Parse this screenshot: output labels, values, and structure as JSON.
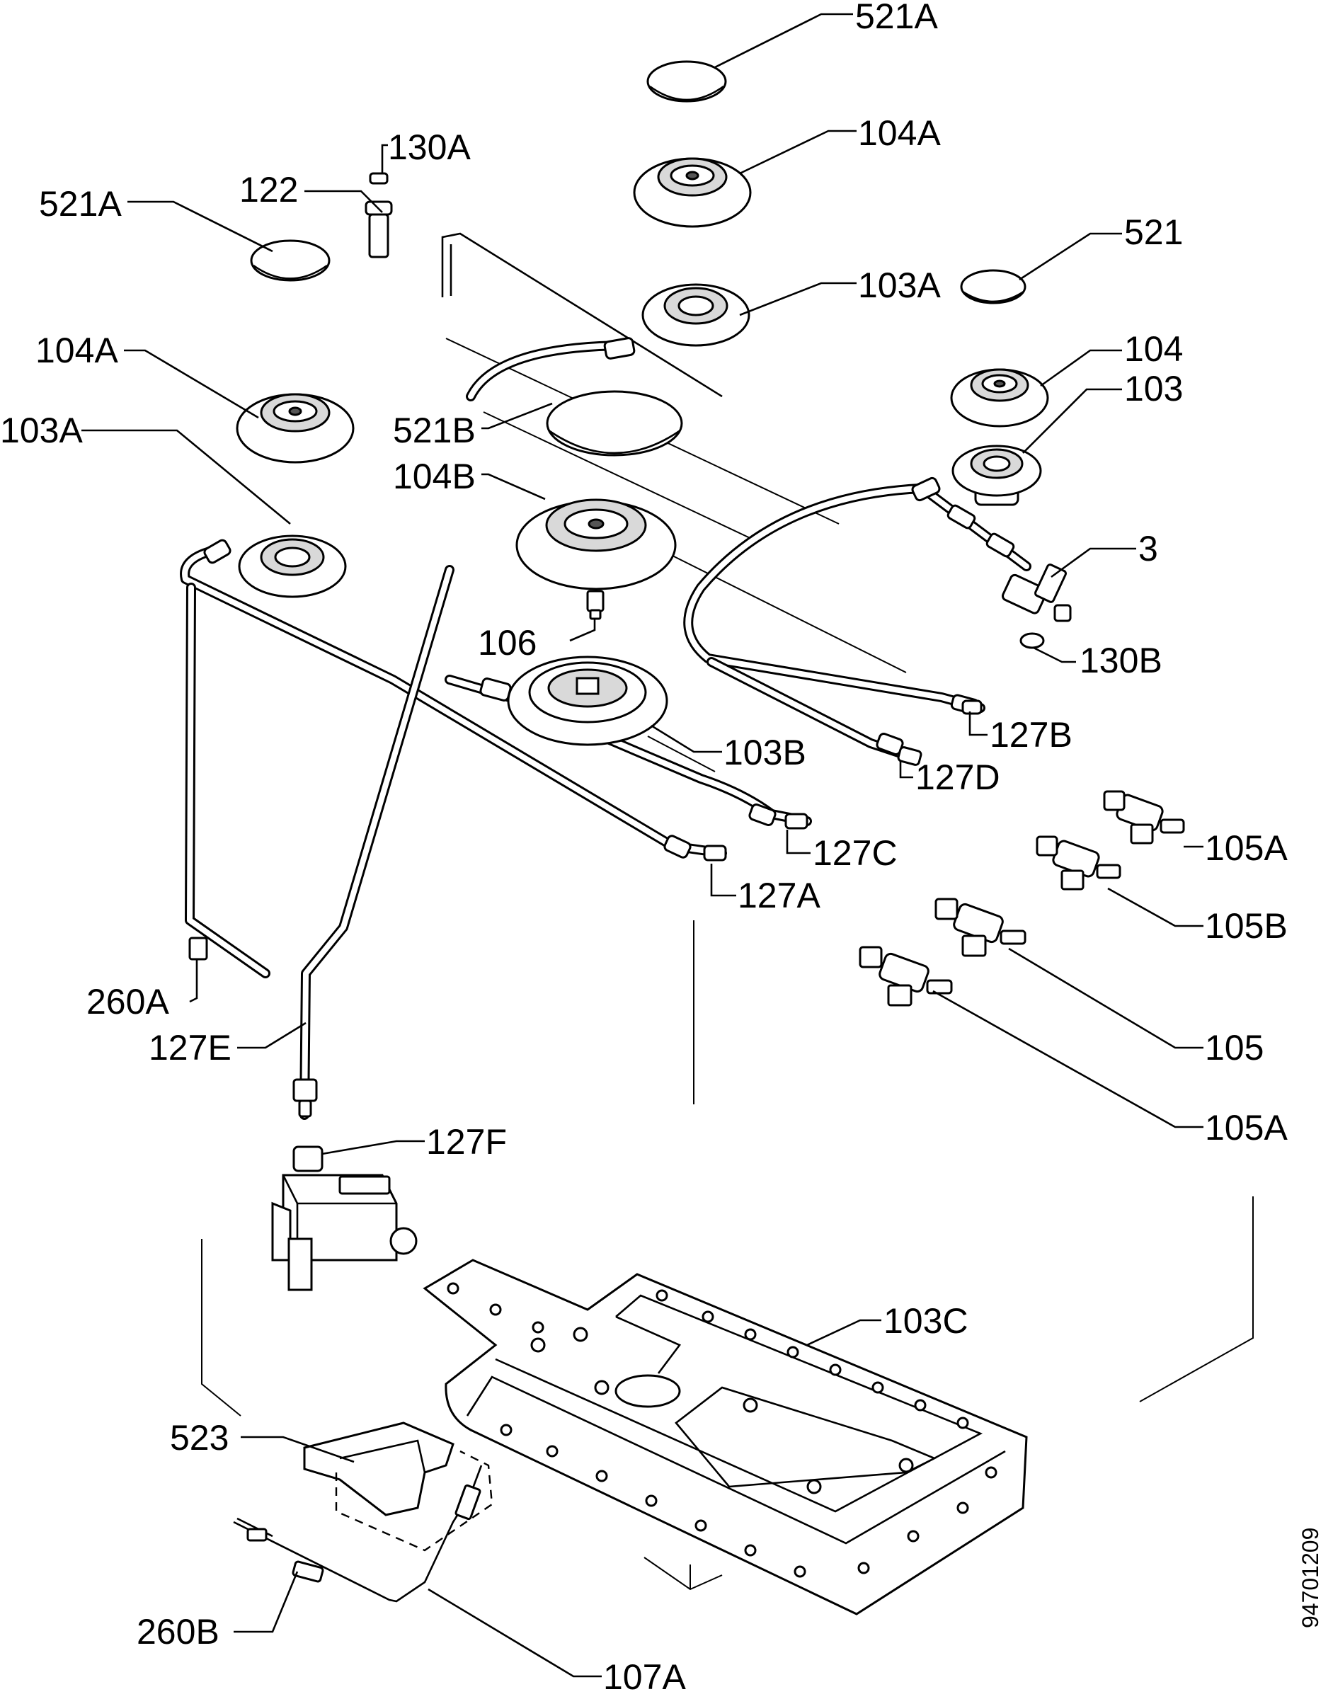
{
  "diagram_ref": "94701209",
  "callouts": {
    "c521a_top": {
      "num": "521",
      "suffix": "A"
    },
    "c104a_top": {
      "num": "104",
      "suffix": "A"
    },
    "c130a": {
      "num": "130",
      "suffix": "A"
    },
    "c122": {
      "num": "122",
      "suffix": ""
    },
    "c521a_left": {
      "num": "521",
      "suffix": "A"
    },
    "c521": {
      "num": "521",
      "suffix": ""
    },
    "c103a_mid": {
      "num": "103",
      "suffix": "A"
    },
    "c104a_left": {
      "num": "104",
      "suffix": "A"
    },
    "c104": {
      "num": "104",
      "suffix": ""
    },
    "c103": {
      "num": "103",
      "suffix": ""
    },
    "c521b": {
      "num": "521",
      "suffix": "B"
    },
    "c103a_left": {
      "num": "103",
      "suffix": "A"
    },
    "c104b": {
      "num": "104",
      "suffix": "B"
    },
    "c3": {
      "num": "3",
      "suffix": ""
    },
    "c106": {
      "num": "106",
      "suffix": ""
    },
    "c130b": {
      "num": "130",
      "suffix": "B"
    },
    "c103b": {
      "num": "103",
      "suffix": "B"
    },
    "c127b": {
      "num": "127",
      "suffix": "B"
    },
    "c127d": {
      "num": "127",
      "suffix": "D"
    },
    "c105a_top": {
      "num": "105",
      "suffix": "A"
    },
    "c127c": {
      "num": "127",
      "suffix": "C"
    },
    "c127a": {
      "num": "127",
      "suffix": "A"
    },
    "c105b": {
      "num": "105",
      "suffix": "B"
    },
    "c260a": {
      "num": "260",
      "suffix": "A"
    },
    "c105": {
      "num": "105",
      "suffix": ""
    },
    "c127e": {
      "num": "127",
      "suffix": "E"
    },
    "c105a_bot": {
      "num": "105",
      "suffix": "A"
    },
    "c127f": {
      "num": "127",
      "suffix": "F"
    },
    "c103c": {
      "num": "103",
      "suffix": "C"
    },
    "c523": {
      "num": "523",
      "suffix": ""
    },
    "c260b": {
      "num": "260",
      "suffix": "B"
    },
    "c107a": {
      "num": "107",
      "suffix": "A"
    }
  }
}
